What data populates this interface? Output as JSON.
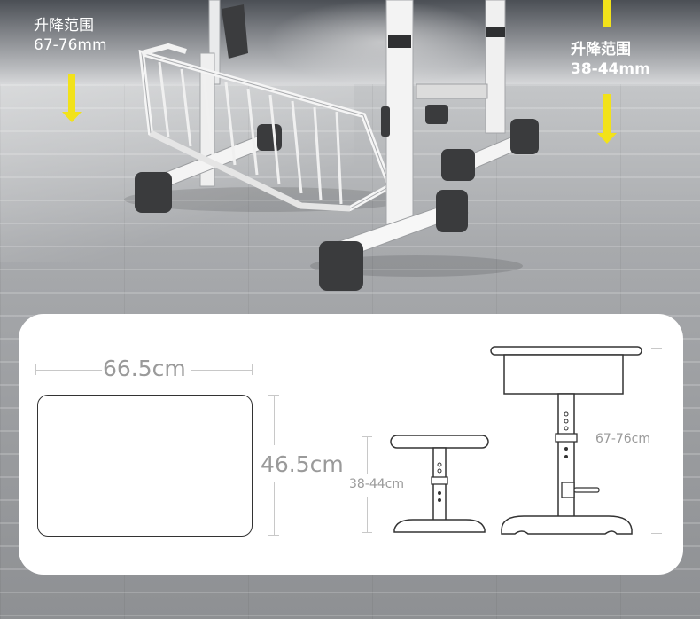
{
  "photo": {
    "left_range_title": "升降范围",
    "left_range_value": "67-76mm",
    "right_range_title": "升降范围",
    "right_range_value": "38-44mm",
    "arrow_color": "#f2e21a"
  },
  "diagram": {
    "desktop_width": "66.5cm",
    "desktop_depth": "46.5cm",
    "stool_height": "38-44cm",
    "desk_height": "67-76cm"
  }
}
